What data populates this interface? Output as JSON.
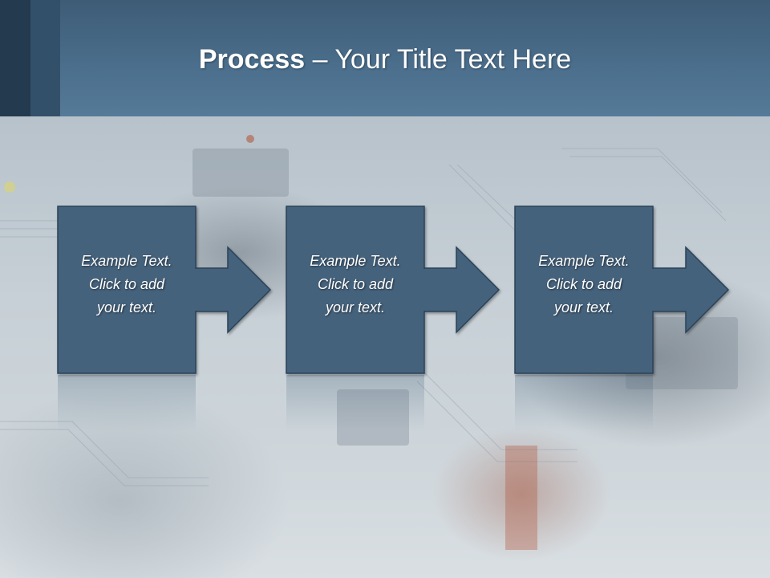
{
  "header": {
    "title_bold": "Process",
    "title_rest": " – Your Title Text Here"
  },
  "steps": [
    {
      "text": "Example Text.\nClick  to add\nyour text."
    },
    {
      "text": "Example Text.\nClick  to add\nyour text."
    },
    {
      "text": "Example Text.\nClick  to add\nyour text."
    }
  ],
  "colors": {
    "box_fill": "#45627c",
    "box_stroke": "#2b4358",
    "header": "#4b6f8d"
  },
  "icons": {
    "arrow": "right-arrow-icon"
  }
}
